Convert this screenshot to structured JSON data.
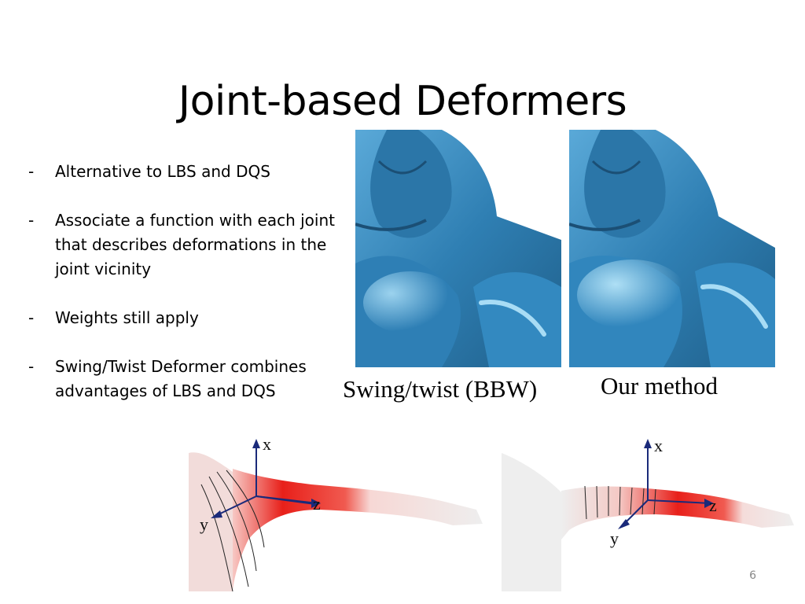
{
  "slide": {
    "title": "Joint-based Deformers",
    "bullets": [
      {
        "dash": "-",
        "text": "Alternative to LBS and DQS"
      },
      {
        "dash": "-",
        "text": "Associate a function with each joint that describes deformations in the joint vicinity"
      },
      {
        "dash": "-",
        "text": "Weights still apply"
      },
      {
        "dash": "-",
        "text": "Swing/Twist Deformer combines advantages of LBS and DQS"
      }
    ],
    "figures": {
      "left_caption": "Swing/twist (BBW)",
      "right_caption": "Our method",
      "arm_left_axes": {
        "x": "x",
        "y": "y",
        "z": "z"
      },
      "arm_right_axes": {
        "x": "x",
        "y": "y",
        "z": "z"
      }
    },
    "page_number": "6"
  },
  "colors": {
    "mesh_blue": "#3a87b8",
    "heat_red": "#e8201a",
    "axis_navy": "#1a2a7a"
  }
}
